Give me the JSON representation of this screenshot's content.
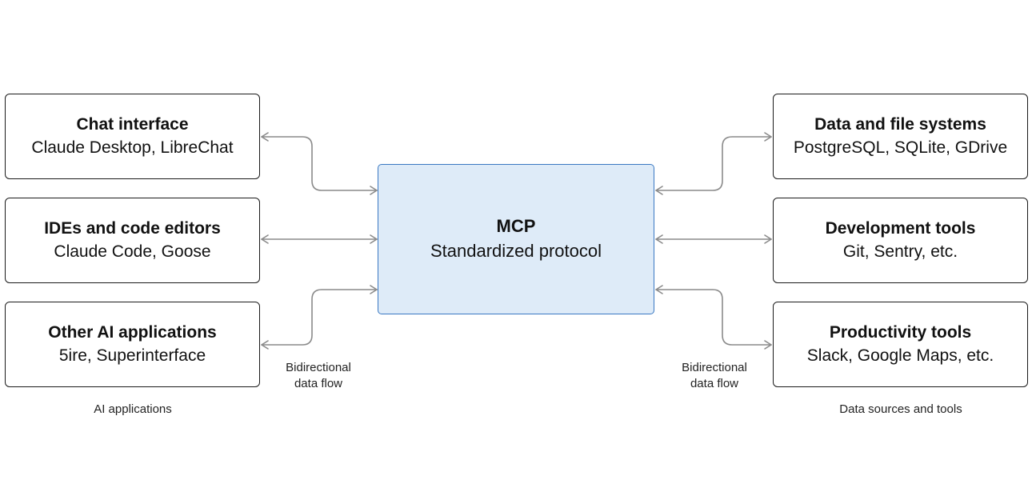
{
  "center": {
    "title": "MCP",
    "subtitle": "Standardized protocol"
  },
  "left_nodes": [
    {
      "title": "Chat interface",
      "subtitle": "Claude Desktop, LibreChat"
    },
    {
      "title": "IDEs and code editors",
      "subtitle": "Claude Code, Goose"
    },
    {
      "title": "Other AI applications",
      "subtitle": "5ire, Superinterface"
    }
  ],
  "right_nodes": [
    {
      "title": "Data and file systems",
      "subtitle": "PostgreSQL, SQLite, GDrive"
    },
    {
      "title": "Development tools",
      "subtitle": "Git, Sentry, etc."
    },
    {
      "title": "Productivity tools",
      "subtitle": "Slack, Google Maps, etc."
    }
  ],
  "flow_labels": {
    "left": [
      "Bidirectional",
      "data flow"
    ],
    "right": [
      "Bidirectional",
      "data flow"
    ]
  },
  "group_labels": {
    "left": "AI applications",
    "right": "Data sources and tools"
  },
  "colors": {
    "center_fill": "#deebf8",
    "center_border": "#3a78c2",
    "arrow": "#8a8a8a",
    "box_border": "#1a1a1a"
  }
}
